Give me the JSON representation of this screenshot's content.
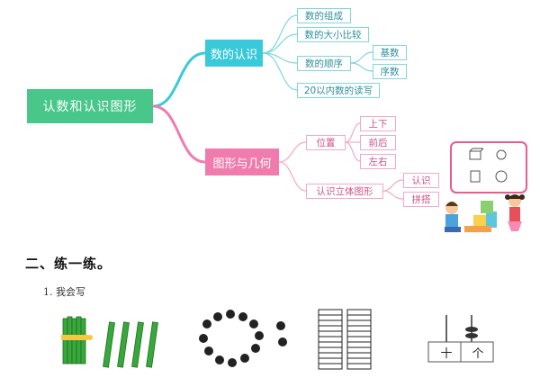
{
  "mindmap": {
    "root": "认数和认识图形",
    "branch_numbers": {
      "label": "数的认识",
      "items": [
        "数的组成",
        "数的大小比较",
        "数的顺序",
        "20以内数的读写"
      ],
      "order_children": [
        "基数",
        "序数"
      ]
    },
    "branch_shapes": {
      "label": "图形与几何",
      "position": {
        "label": "位置",
        "children": [
          "上下",
          "前后",
          "左右"
        ]
      },
      "solid": {
        "label": "认识立体图形",
        "children": [
          "认识",
          "拼搭"
        ]
      }
    }
  },
  "section": {
    "title": "二、练一练。",
    "question": "1. 我会写"
  },
  "abacus": {
    "tens_label": "十",
    "ones_label": "个"
  },
  "colors": {
    "root": "#49c78a",
    "numbers_branch": "#3ac9d9",
    "shapes_branch": "#f07cae",
    "frame": "#ea5b8f"
  }
}
